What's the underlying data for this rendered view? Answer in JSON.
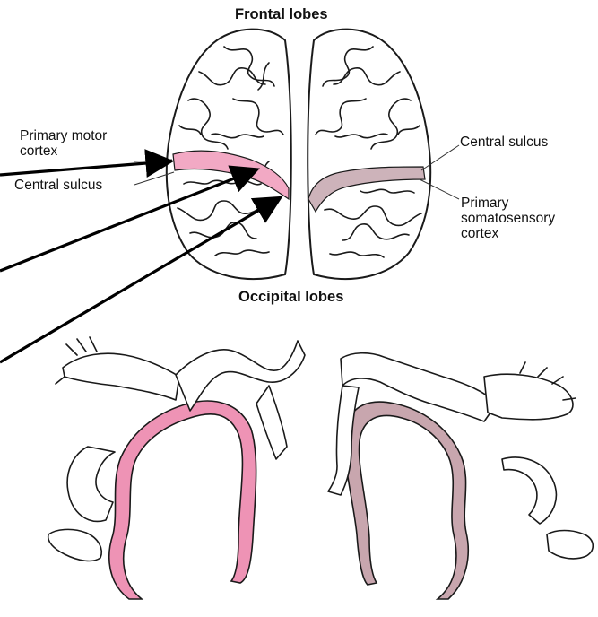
{
  "labels": {
    "top": "Frontal lobes",
    "bottom": "Occipital lobes",
    "left_primary_motor_line1": "Primary motor",
    "left_primary_motor_line2": "cortex",
    "left_central_sulcus": "Central sulcus",
    "right_central_sulcus": "Central sulcus",
    "right_somato_line1": "Primary",
    "right_somato_line2": "somatosensory",
    "right_somato_line3": "cortex"
  },
  "colors": {
    "motor_cortex": "#F2A9C4",
    "motor_homunculus_strip": "#EE93B5",
    "somatosensory_cortex": "#CDB3BA",
    "somatosensory_homunculus_strip": "#C8A6AE",
    "outline": "#1a1a1a",
    "arrow": "#000000"
  },
  "icons": {
    "left_hemisphere": "brain-left-hemisphere-icon",
    "right_hemisphere": "brain-right-hemisphere-icon",
    "motor_homunculus": "motor-homunculus-icon",
    "sensory_homunculus": "sensory-homunculus-icon"
  }
}
